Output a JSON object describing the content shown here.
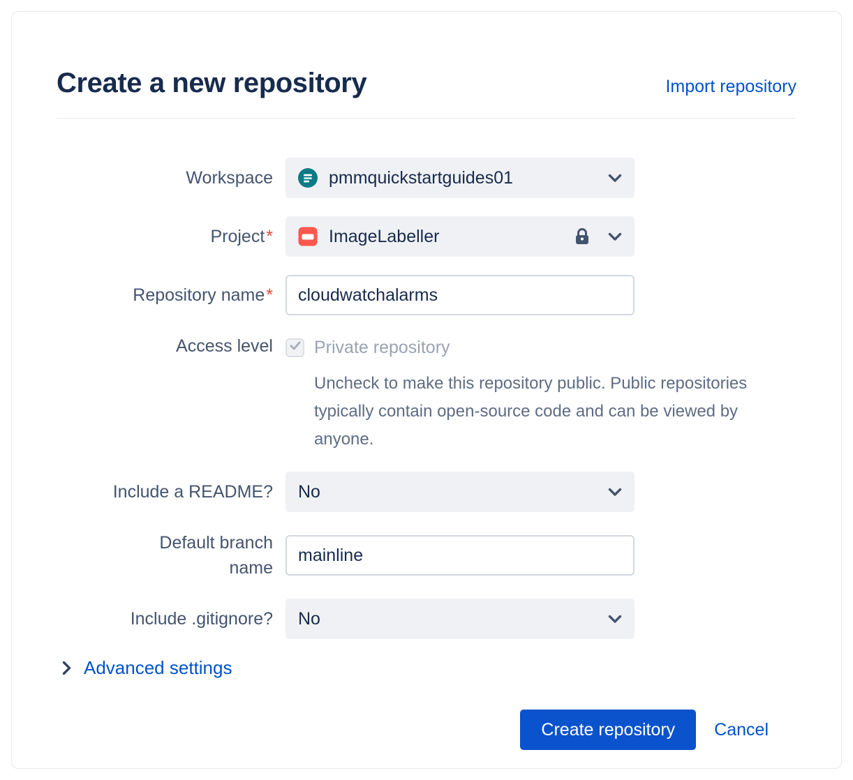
{
  "header": {
    "title": "Create a new repository",
    "import_link": "Import repository"
  },
  "form": {
    "workspace": {
      "label": "Workspace",
      "value": "pmmquickstartguides01"
    },
    "project": {
      "label": "Project",
      "required_mark": "*",
      "value": "ImageLabeller"
    },
    "repository_name": {
      "label": "Repository name",
      "required_mark": "*",
      "value": "cloudwatchalarms"
    },
    "access_level": {
      "label": "Access level",
      "checkbox_label": "Private repository",
      "checkbox_checked": true,
      "help": "Uncheck to make this repository public. Public repositories typically contain open-source code and can be viewed by anyone."
    },
    "readme": {
      "label": "Include a README?",
      "value": "No"
    },
    "default_branch": {
      "label": "Default branch name",
      "value": "mainline"
    },
    "gitignore": {
      "label": "Include .gitignore?",
      "value": "No"
    },
    "advanced": {
      "label": "Advanced settings"
    }
  },
  "actions": {
    "create_label": "Create repository",
    "cancel_label": "Cancel"
  },
  "icons": {
    "workspace_avatar": "workspace-avatar",
    "project": "project-folder",
    "lock": "lock",
    "chevron_down": "chevron-down",
    "chevron_right": "chevron-right",
    "checkmark": "check"
  },
  "colors": {
    "accent": "#0052CC",
    "title": "#172B4D",
    "danger": "#E34935",
    "select_bg": "#F0F1F4"
  }
}
